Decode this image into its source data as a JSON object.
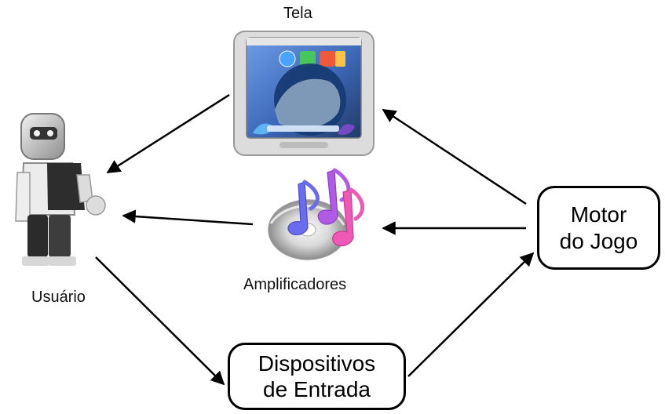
{
  "nodes": {
    "screen": {
      "label": "Tela",
      "icon": "monitor-icon"
    },
    "user": {
      "label": "Usuário",
      "icon": "robot-user-icon"
    },
    "speakers": {
      "label": "Amplificadores",
      "icon": "music-notes-cd-icon"
    },
    "engine": {
      "line1": "Motor",
      "line2": "do Jogo"
    },
    "input": {
      "line1": "Dispositivos",
      "line2": "de Entrada"
    }
  },
  "edges": [
    {
      "from": "engine",
      "to": "screen"
    },
    {
      "from": "engine",
      "to": "speakers"
    },
    {
      "from": "screen",
      "to": "user"
    },
    {
      "from": "speakers",
      "to": "user"
    },
    {
      "from": "user",
      "to": "input"
    },
    {
      "from": "input",
      "to": "engine"
    }
  ],
  "colors": {
    "line": "#000000",
    "monitor_frame": "#d8d8d8",
    "screen_blue": "#4f7fc8",
    "note_blue": "#5555dd",
    "note_purple": "#aa44dd",
    "note_pink": "#ee44aa",
    "robot_dark": "#333333"
  }
}
